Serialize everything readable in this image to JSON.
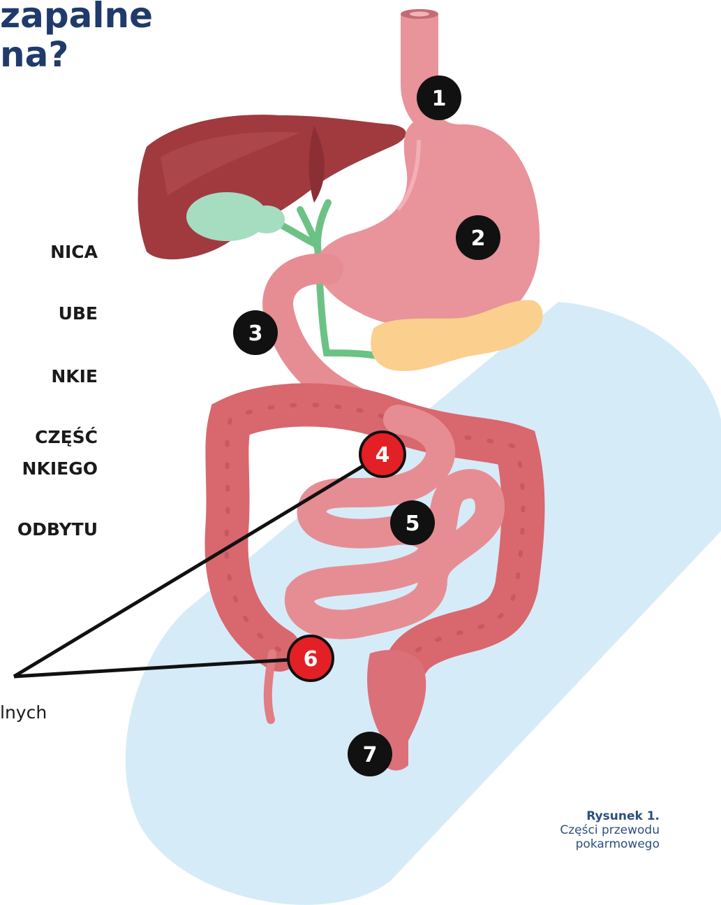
{
  "heading": {
    "line1": "zapalne",
    "line2": "na?"
  },
  "side_labels": [
    "NICA",
    "UBE",
    "NKIE",
    "CZĘŚĆ",
    "NKIEGO",
    "ODBYTU"
  ],
  "note_text": "lnych",
  "markers": [
    {
      "number": "1",
      "highlight": false
    },
    {
      "number": "2",
      "highlight": false
    },
    {
      "number": "3",
      "highlight": false
    },
    {
      "number": "4",
      "highlight": true
    },
    {
      "number": "5",
      "highlight": false
    },
    {
      "number": "6",
      "highlight": true
    },
    {
      "number": "7",
      "highlight": false
    }
  ],
  "caption": {
    "label": "Rysunek 1.",
    "line1": "Części przewodu",
    "line2": "pokarmowego"
  },
  "colors": {
    "heading": "#1f3a6b",
    "background_blob": "#d6ebf8",
    "esophagus_stomach": "#e9939a",
    "intestine": "#e68d93",
    "colon": "#d9676e",
    "liver": "#a03a3f",
    "gallbladder": "#a6dcc0",
    "bile_duct": "#6cc285",
    "pancreas": "#fbcf8e",
    "marker_default": "#111111",
    "marker_highlight": "#e32025",
    "caption": "#2d4f7c"
  }
}
